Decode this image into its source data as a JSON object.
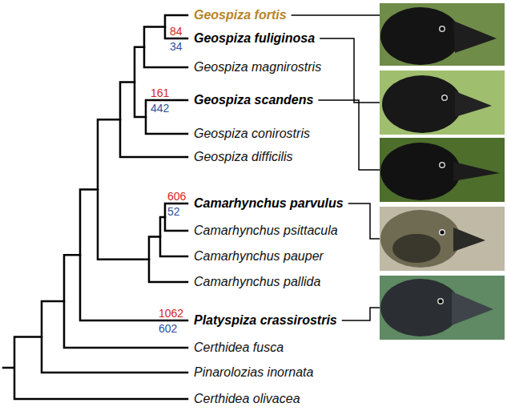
{
  "diagram": {
    "labels": [
      "Geospiza fortis",
      "84",
      "Geospiza fuliginosa",
      "34",
      "Geospiza magnirostris",
      "161",
      "Geospiza scandens",
      "442",
      "Geospiza conirostris",
      "Geospiza difficilis",
      "606",
      "Camarhynchus parvulus",
      "52",
      "Camarhynchus psittacula",
      "Camarhynchus pauper",
      "Camarhynchus pallida",
      "1062",
      "Platyspiza crassirostris",
      "602",
      "Certhidea fusca",
      "Pinarolozias inornata",
      "Certhidea olivacea"
    ]
  }
}
